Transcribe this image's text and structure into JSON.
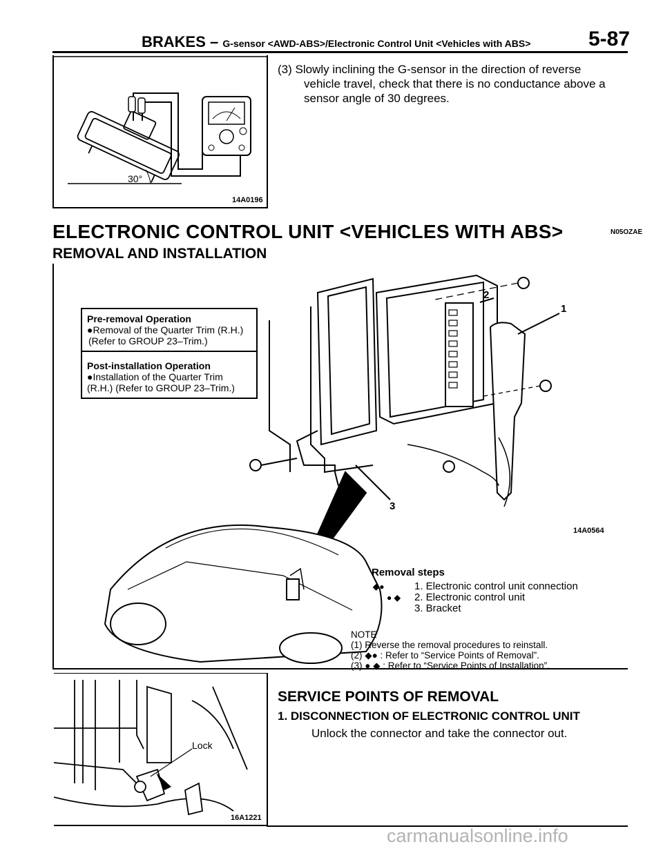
{
  "header": {
    "chapter": "BRAKES",
    "dash": " – ",
    "subtitle": "G-sensor <AWD-ABS>/Electronic Control Unit <Vehicles with ABS>",
    "page": "5-87"
  },
  "figures": {
    "gsensor_code": "14A0196",
    "gsensor_angle": "30°",
    "assembly_code": "14A0564",
    "lock_code": "16A1221",
    "lock_label": "Lock",
    "callouts": [
      "1",
      "2",
      "3"
    ]
  },
  "step3": {
    "prefix": "(3)",
    "line1": "Slowly inclining the G-sensor in the direction of reverse",
    "line2": "vehicle travel, check that there is no conductance above a",
    "line3": "sensor angle of 30 degrees."
  },
  "section": {
    "title": "ELECTRONIC CONTROL UNIT <VEHICLES WITH ABS>",
    "code": "N05OZAE",
    "subtitle": "REMOVAL AND INSTALLATION"
  },
  "operations": {
    "pre_title": "Pre-removal Operation",
    "pre_line1": "●Removal of the Quarter Trim (R.H.)",
    "pre_line2": "(Refer to GROUP 23–Trim.)",
    "post_title": "Post-installation Operation",
    "post_line1": "●Installation of the Quarter Trim",
    "post_line2": "(R.H.) (Refer to GROUP 23–Trim.)"
  },
  "removal_steps": {
    "title": "Removal steps",
    "items": [
      {
        "mark": "◆●",
        "text": "1. Electronic control unit connection"
      },
      {
        "mark": "● ◆",
        "text": "2. Electronic control unit"
      },
      {
        "mark": "",
        "text": "3. Bracket"
      }
    ]
  },
  "note": {
    "title": "NOTE",
    "line1": "(1) Reverse the removal procedures to reinstall.",
    "line2": "(2) ◆● : Refer to “Service Points of Removal”.",
    "line3": "(3) ● ◆ : Refer to “Service Points of Installation”."
  },
  "service_points": {
    "title": "SERVICE POINTS OF REMOVAL",
    "item_title": "1. DISCONNECTION OF ELECTRONIC CONTROL UNIT",
    "item_text": "Unlock the connector and take the connector out."
  },
  "watermark": "carmanualsonline.info"
}
